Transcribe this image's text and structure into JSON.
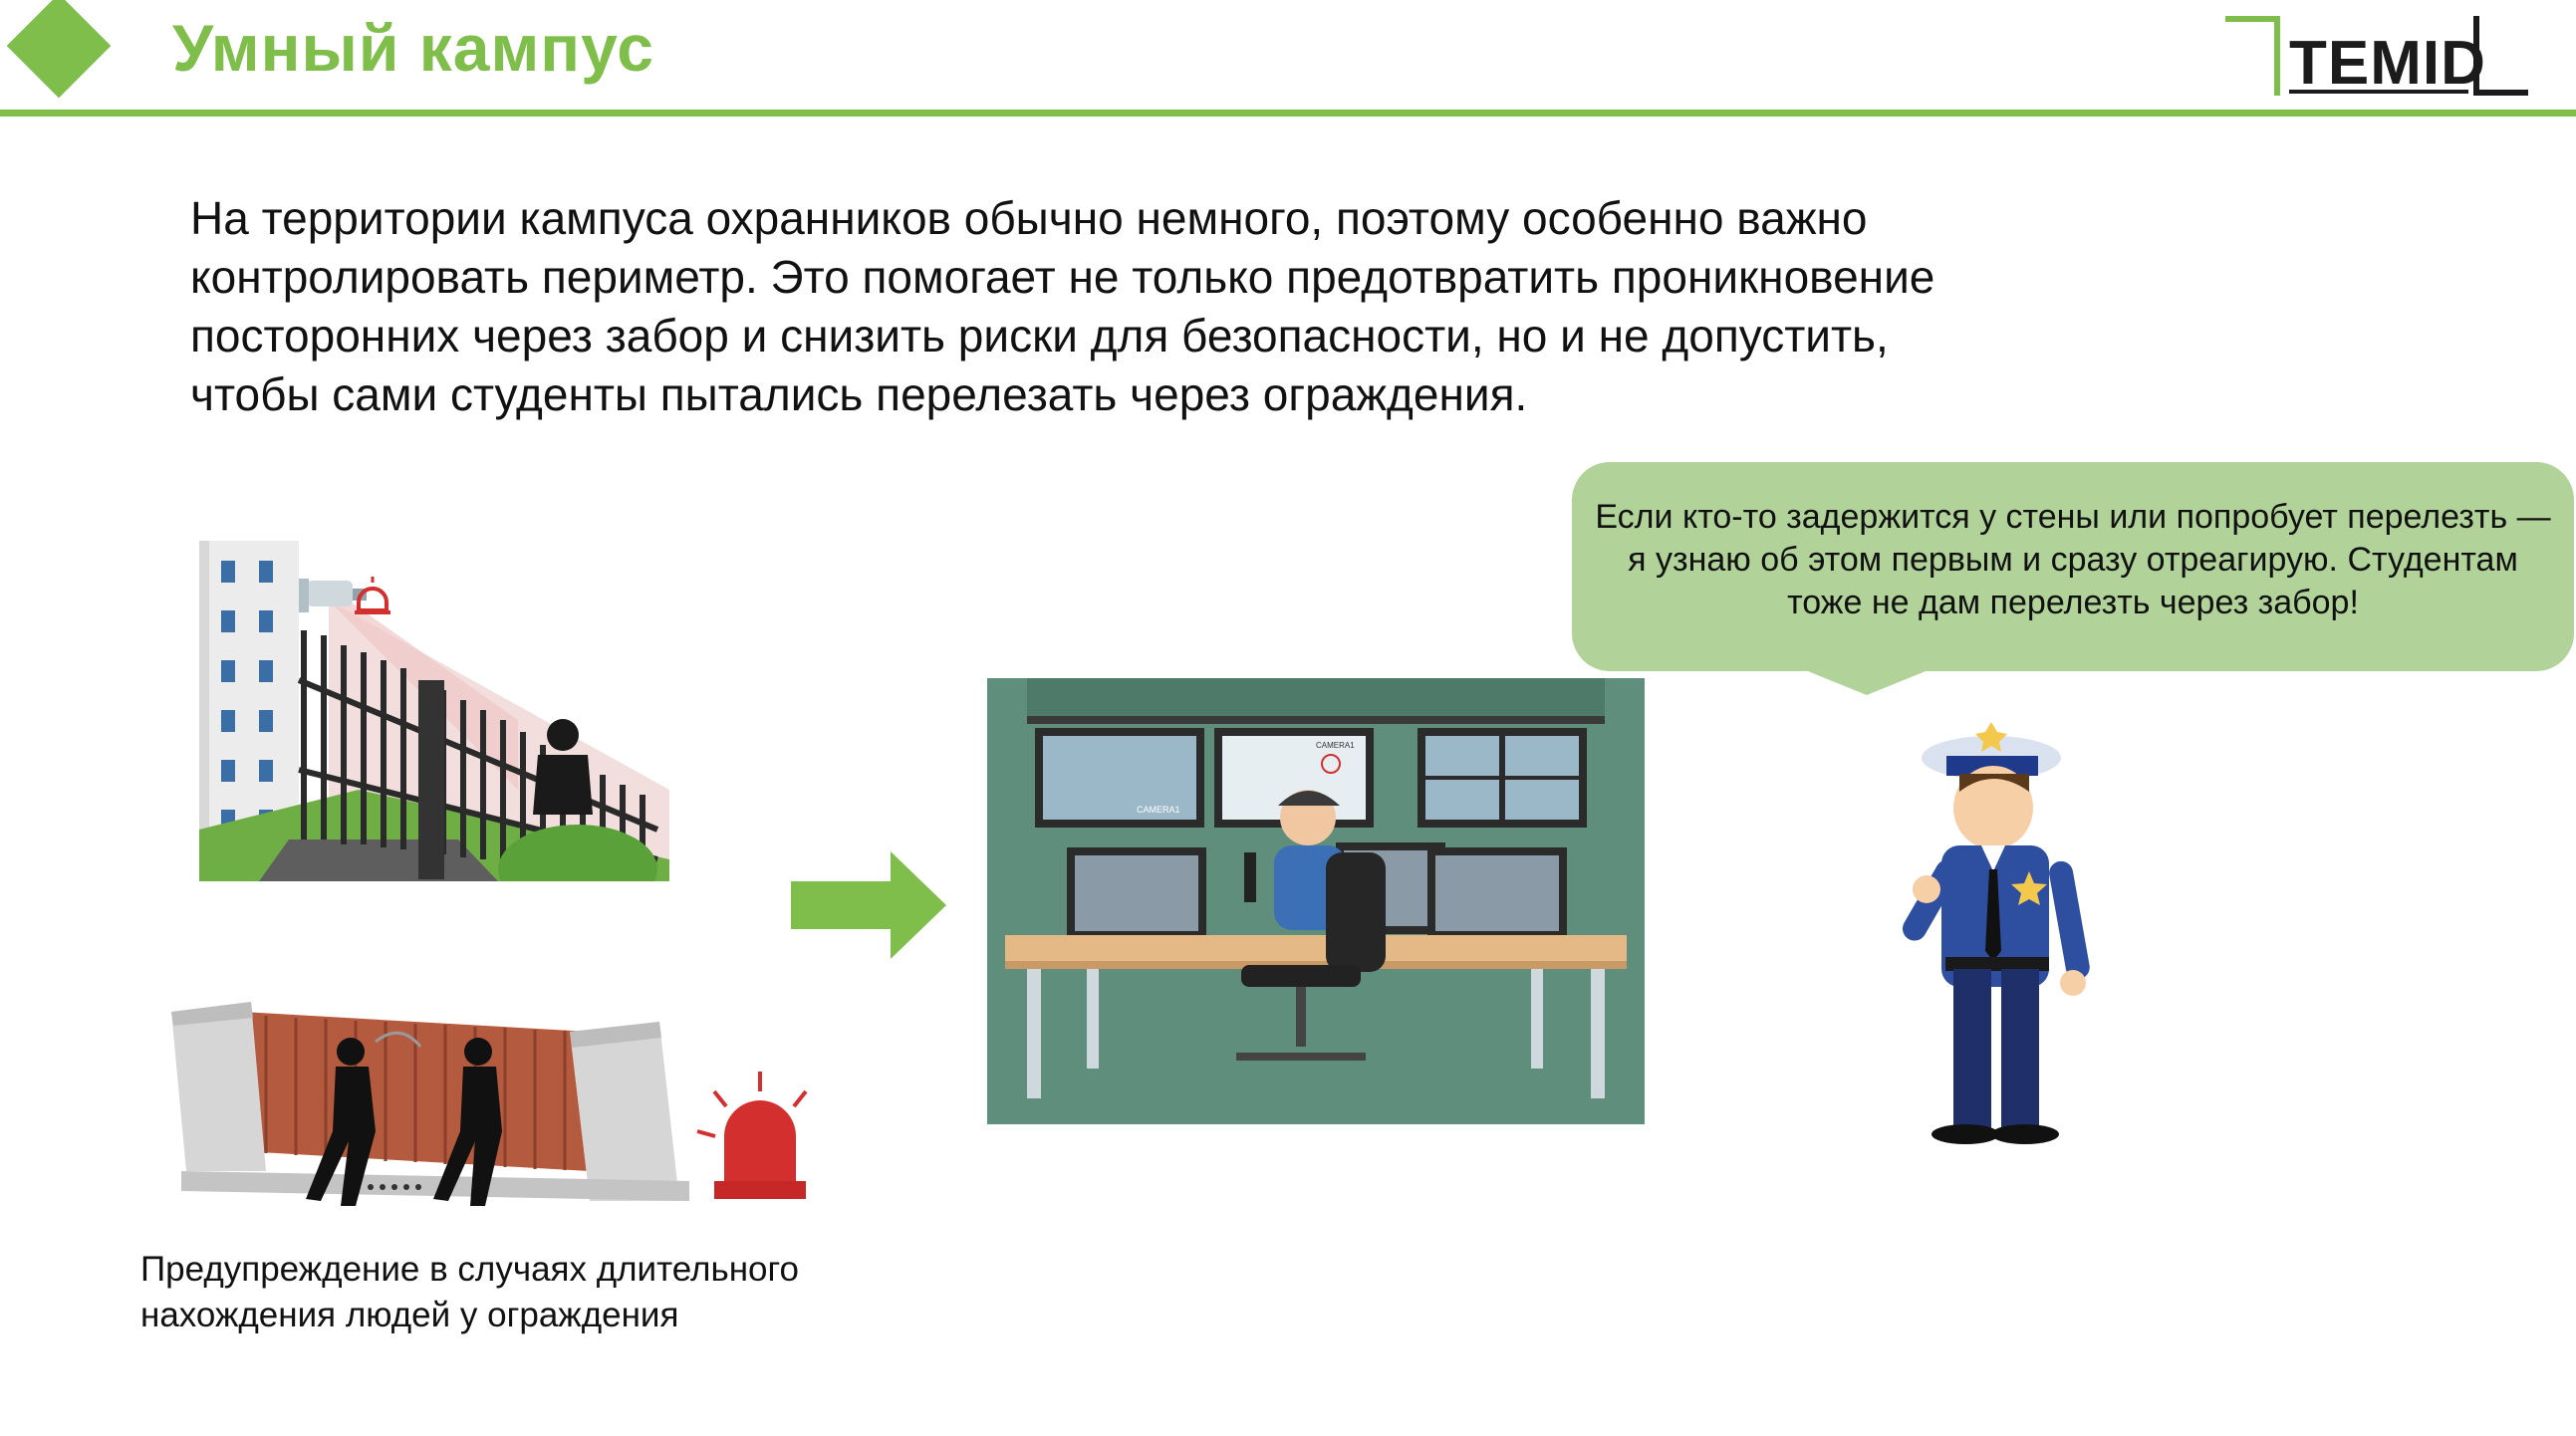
{
  "header": {
    "title": "Умный кампус",
    "logo_text": "TEMID",
    "accent_color": "#7fbe4a"
  },
  "intro": {
    "text": "На территории кампуса охранников обычно немного, поэтому особенно важно контролировать периметр. Это помогает не только предотвратить проникновение посторонних через забор и снизить риски для безопасности, но и не допустить, чтобы сами студенты пытались перелезать через ограждения."
  },
  "illustrations": {
    "camera_label": "CAMERA1",
    "icons": [
      "camera-icon",
      "siren-icon",
      "arrow-right-icon"
    ]
  },
  "speech_bubble": {
    "text": "Если кто-то задержится у стены или попробует перелезть — я узнаю об этом первым и сразу отреагирую. Студентам тоже не дам перелезть через забор!",
    "color": "#b1d39a"
  },
  "caption": {
    "text": "Предупреждение в случаях длительного нахождения людей у ограждения"
  }
}
